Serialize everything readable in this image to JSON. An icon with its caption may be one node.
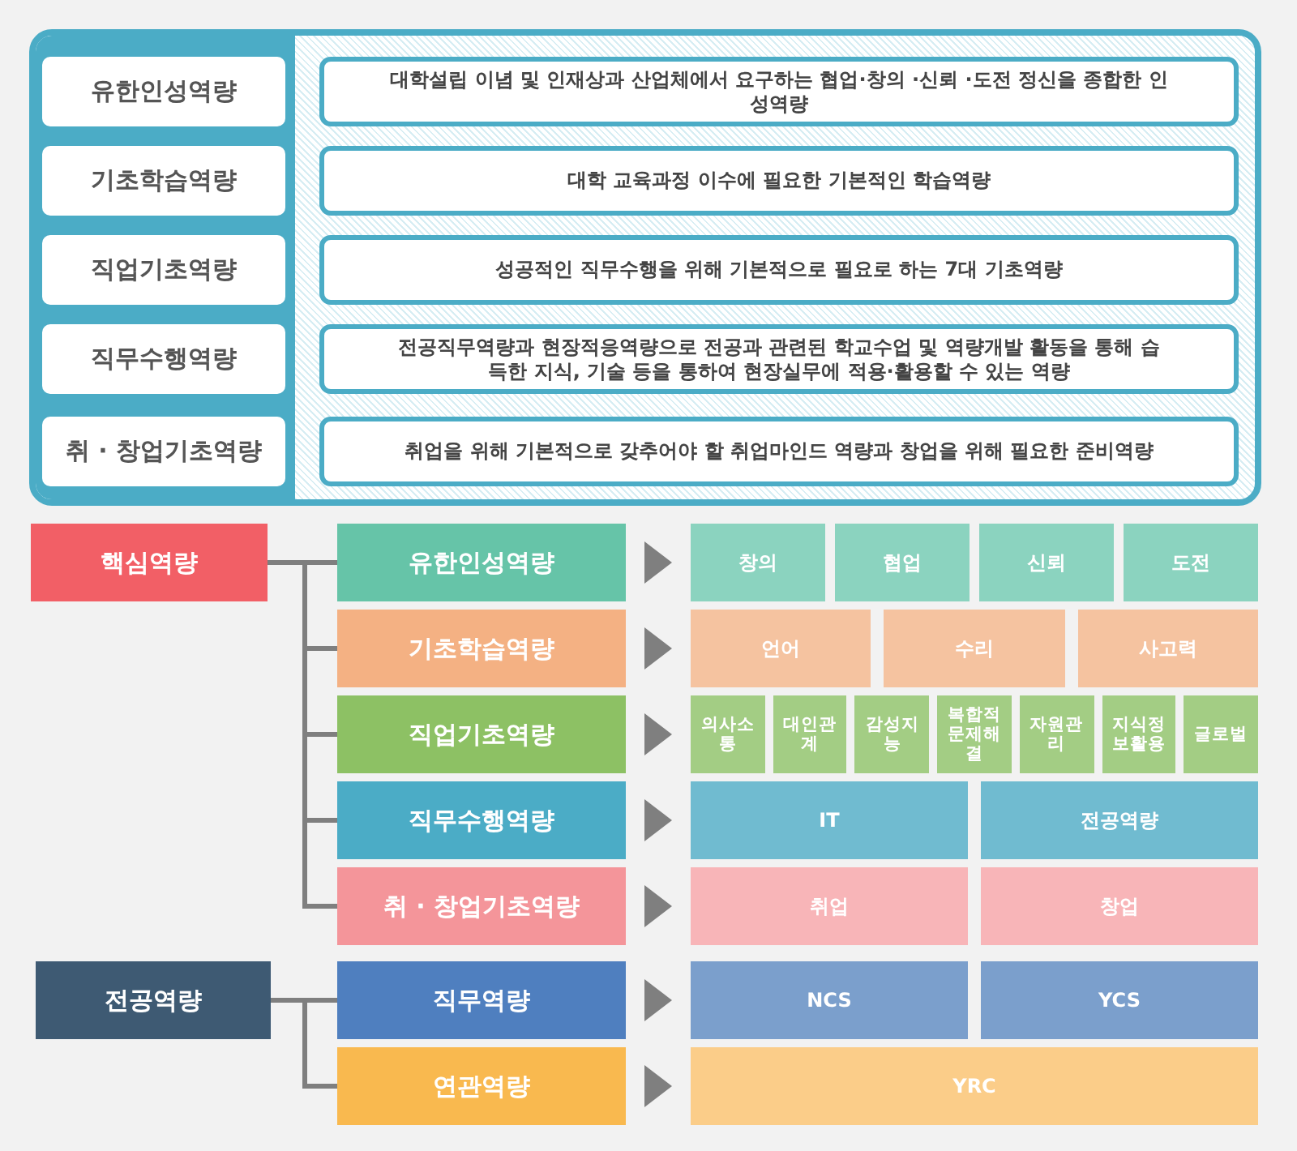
{
  "diagram": {
    "nodes": [
      {
        "text": [
          "유한인성역량"
        ]
      },
      {
        "text": [
          "대학설립 이념 및 인재상과 산업체에서 요구하는 협업·창의 ·신뢰 ·도전 정신을 종합한 인성역량"
        ]
      },
      {
        "text": [
          "기초학습역량"
        ]
      },
      {
        "text": [
          "대학 교육과정 이수에 필요한 기본적인 학습역량"
        ]
      },
      {
        "text": [
          "직업기초역량"
        ]
      },
      {
        "text": [
          "성공적인 직무수행을 위해 기본적으로 필요로 하는 7대 기초역량"
        ]
      },
      {
        "text": [
          "직무수행역량"
        ]
      },
      {
        "text": [
          "전공직무역량과 현장적응역량으로 전공과 관련된 학교수업 및 역량개발 활동을 통해 습득한 지식, 기술 등을 통하여 현장실무에 적용·활용할 수 있는 역량"
        ]
      },
      {
        "text": [
          "취 · 창업기초역량"
        ]
      },
      {
        "text": [
          "취업을 위해 기본적으로 갖추어야 할 취업마인드 역량과 창업을 위해 필요한 준비역량"
        ]
      },
      {
        "text": [
          "핵심역량"
        ]
      },
      {
        "text": [
          "유한인성역량"
        ]
      },
      {
        "text": [
          "창의"
        ]
      },
      {
        "text": [
          "협업"
        ]
      },
      {
        "text": [
          "신뢰"
        ]
      },
      {
        "text": [
          "도전"
        ]
      },
      {
        "text": [
          "기초학습역량"
        ]
      },
      {
        "text": [
          "언어"
        ]
      },
      {
        "text": [
          "수리"
        ]
      },
      {
        "text": [
          "사고력"
        ]
      },
      {
        "text": [
          "직업기초역량"
        ]
      },
      {
        "text": [
          "의사소통"
        ]
      },
      {
        "text": [
          "대인관계"
        ]
      },
      {
        "text": [
          "감성지능"
        ]
      },
      {
        "text": [
          "복합적 문제해결"
        ]
      },
      {
        "text": [
          "자원관리"
        ]
      },
      {
        "text": [
          "지식정보활용"
        ]
      },
      {
        "text": [
          "글로벌"
        ]
      },
      {
        "text": [
          "직무수행역량"
        ]
      },
      {
        "text": [
          "IT"
        ]
      },
      {
        "text": [
          "전공역량"
        ]
      },
      {
        "text": [
          "취 · 창업기초역량"
        ]
      },
      {
        "text": [
          "취업"
        ]
      },
      {
        "text": [
          "창업"
        ]
      },
      {
        "text": [
          "전공역량"
        ]
      },
      {
        "text": [
          "직무역량"
        ]
      },
      {
        "text": [
          "NCS"
        ]
      },
      {
        "text": [
          "YCS"
        ]
      },
      {
        "text": [
          "연관역량"
        ]
      },
      {
        "text": [
          "YRC"
        ]
      }
    ],
    "edges": [
      {
        "from": 10,
        "to": 11,
        "arrow": "other"
      },
      {
        "from": 10,
        "to": 16,
        "arrow": "other"
      },
      {
        "from": 10,
        "to": 20,
        "arrow": "other"
      },
      {
        "from": 10,
        "to": 28,
        "arrow": "other"
      },
      {
        "from": 10,
        "to": 31,
        "arrow": "other"
      },
      {
        "from": 11,
        "to": 12,
        "arrow": "to"
      },
      {
        "from": 16,
        "to": 17,
        "arrow": "to"
      },
      {
        "from": 20,
        "to": 21,
        "arrow": "to"
      },
      {
        "from": 28,
        "to": 29,
        "arrow": "to"
      },
      {
        "from": 31,
        "to": 32,
        "arrow": "to"
      },
      {
        "from": 34,
        "to": 35,
        "arrow": "other"
      },
      {
        "from": 34,
        "to": 38,
        "arrow": "other"
      },
      {
        "from": 35,
        "to": 36,
        "arrow": "to"
      },
      {
        "from": 38,
        "to": 39,
        "arrow": "to"
      }
    ]
  }
}
